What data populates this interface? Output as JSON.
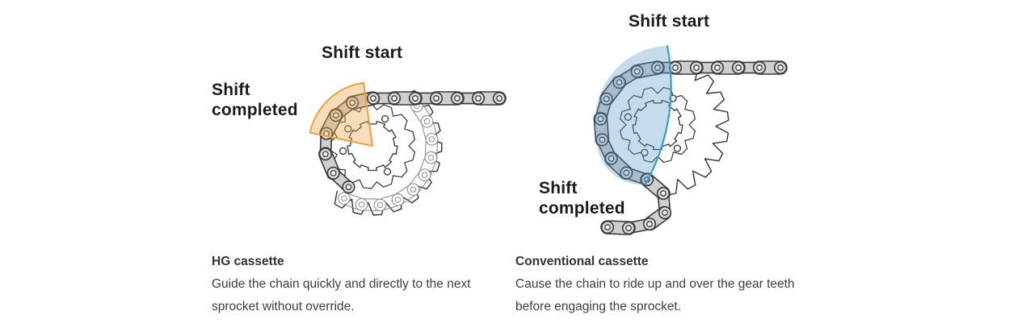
{
  "diagrams": {
    "left": {
      "shift_start_label": "Shift start",
      "shift_completed_label": "Shift completed",
      "caption_title": "HG cassette",
      "caption_body": "Guide the chain quickly and directly to the next sprocket without override.",
      "highlight_fill": "rgba(235,166,70,0.38)",
      "highlight_stroke": "#f0a23e"
    },
    "right": {
      "shift_start_label": "Shift start",
      "shift_completed_label": "Shift completed",
      "caption_title": "Conventional cassette",
      "caption_body": "Cause the chain to ride up and over the gear teeth before engaging the sprocket.",
      "highlight_fill": "rgba(88,156,201,0.35)",
      "highlight_stroke": "#2fa0d8"
    }
  },
  "colors": {
    "label_text": "#1b1b1b",
    "caption_text": "#3e3e3e",
    "chain_fill": "#cfcfcf",
    "chain_stroke": "#3a3a3a",
    "roller_fill": "#d8d8d8",
    "hole_fill": "#ffffff",
    "ghost_stroke": "#8f8f8f",
    "sprocket_stroke": "#333333"
  }
}
